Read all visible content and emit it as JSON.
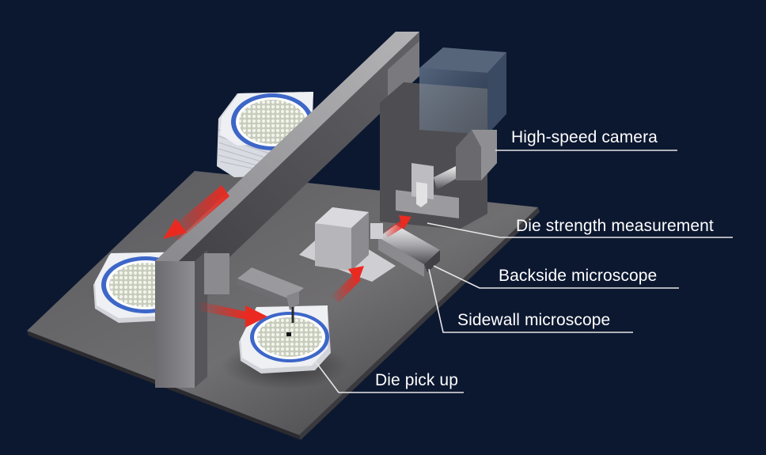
{
  "colors": {
    "background": "#0c1830",
    "label_text": "#ffffff",
    "leader_line": "#e6e6e6",
    "arrow": "#e8261e",
    "wafer_ring": "#3d66c8"
  },
  "icons": [
    "red-flow-arrow",
    "wafer",
    "wafer-stack"
  ],
  "labels": {
    "high_speed_camera": "High-speed camera",
    "die_strength": "Die strength measurement",
    "backside_microscope": "Backside microscope",
    "sidewall_microscope": "Sidewall microscope",
    "die_pick_up": "Die pick up"
  }
}
